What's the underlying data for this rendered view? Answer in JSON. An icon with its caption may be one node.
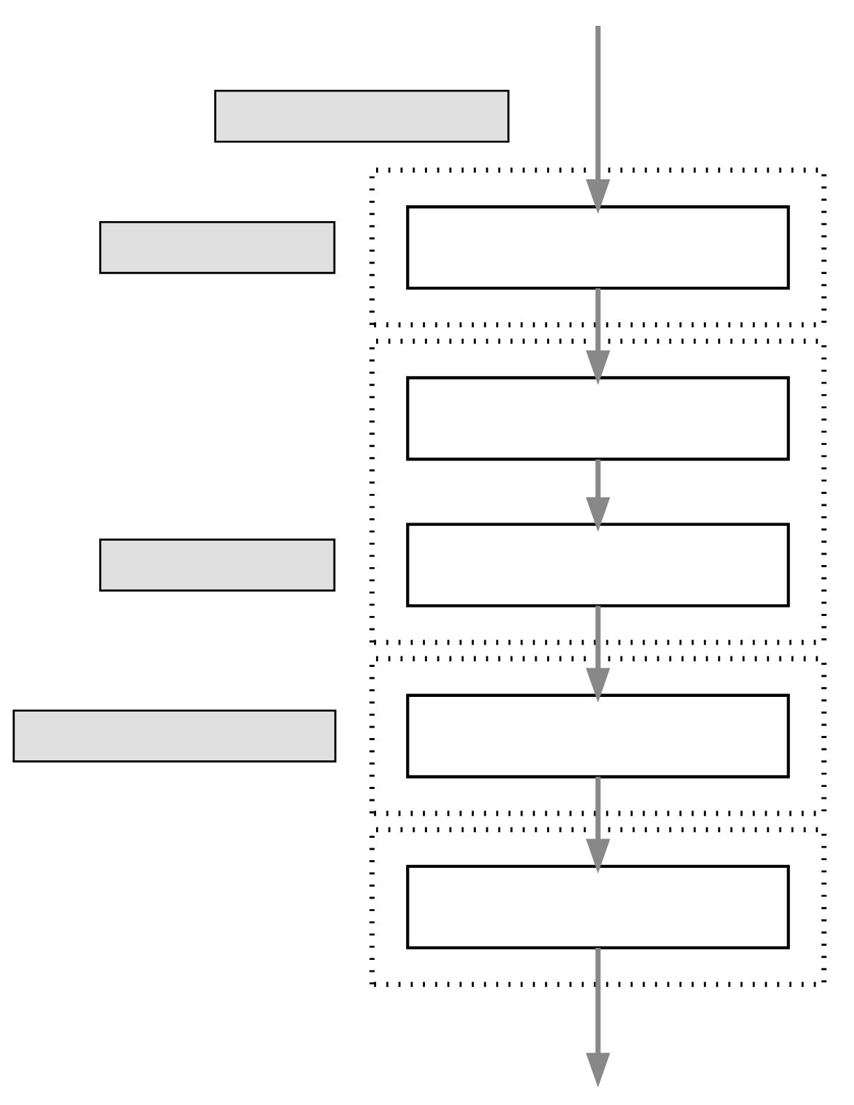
{
  "diagram": {
    "nodes": [
      {
        "text": [],
        "shape": "box"
      },
      {
        "text": [],
        "shape": "box"
      },
      {
        "text": [],
        "shape": "box",
        "in": 0
      },
      {
        "text": [],
        "shape": "box"
      },
      {
        "text": [],
        "shape": "box"
      },
      {
        "text": [],
        "shape": "box",
        "in": 3
      },
      {
        "text": [],
        "shape": "box",
        "in": 3
      },
      {
        "text": [],
        "shape": "box"
      },
      {
        "text": [],
        "shape": "box"
      },
      {
        "text": [],
        "shape": "box",
        "in": 7
      },
      {
        "text": [],
        "shape": "box"
      },
      {
        "text": [],
        "shape": "box"
      },
      {
        "text": [],
        "shape": "box",
        "in": 10
      }
    ],
    "edges": [
      {
        "from": null,
        "to": 2,
        "arrow": "to"
      },
      {
        "from": 2,
        "to": 5,
        "arrow": "to"
      },
      {
        "from": 5,
        "to": 6,
        "arrow": "to"
      },
      {
        "from": 6,
        "to": 9,
        "arrow": "to"
      },
      {
        "from": 9,
        "to": 12,
        "arrow": "to"
      },
      {
        "from": 12,
        "to": null,
        "arrow": "to"
      }
    ]
  }
}
